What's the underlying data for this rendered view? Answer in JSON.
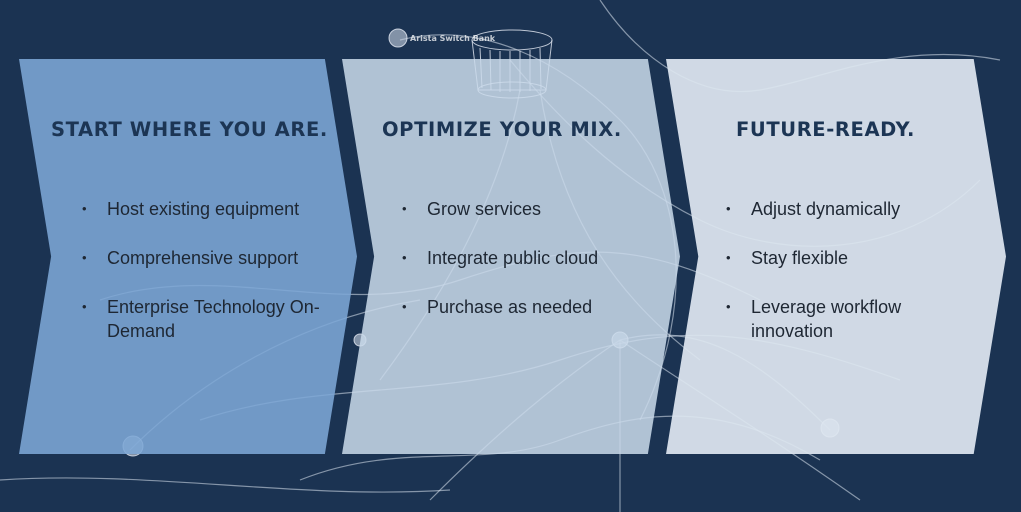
{
  "background": {
    "color": "#1b3352",
    "labels": [
      "Arista Switch Bank"
    ]
  },
  "steps": [
    {
      "heading": "START WHERE YOU ARE.",
      "fill": "#7da7d6",
      "bullets": [
        "Host existing equipment",
        "Comprehensive support",
        "Enterprise Technology On-Demand"
      ]
    },
    {
      "heading": "OPTIMIZE YOUR MIX.",
      "fill": "#cadaea",
      "bullets": [
        "Grow services",
        "Integrate public cloud",
        "Purchase as needed"
      ]
    },
    {
      "heading": "FUTURE-READY.",
      "fill": "#dee6f0",
      "bullets": [
        "Adjust dynamically",
        "Stay flexible",
        "Leverage workflow innovation"
      ]
    }
  ]
}
